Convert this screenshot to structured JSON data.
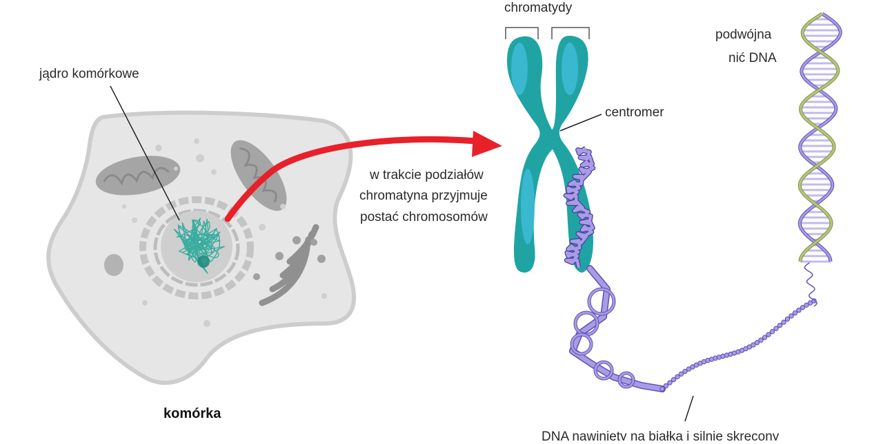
{
  "labels": {
    "cell_title": "komórka",
    "nucleus": "jądro komórkowe",
    "chromatids": "chromatydy",
    "centromere": "centromer",
    "arrow_caption": [
      "w trakcie podziałów",
      "chromatyna przyjmuje",
      "postać chromosomów"
    ],
    "double_helix": [
      "podwójna",
      "nić DNA"
    ],
    "wound_dna": "DNA nawinięty na białka i silnie skręcony"
  },
  "colors": {
    "cell_fill": "#e6e6e6",
    "cell_stroke": "#c9c9c9",
    "organelle": "#9b9b9b",
    "chromatin": "#27a89a",
    "chromosome": "#1fa3a3",
    "chromosome_inner": "#3fb9d6",
    "dna_coil": "#a99be6",
    "arrow": "#e8202a",
    "helix_backbone": "#b4c77c"
  }
}
